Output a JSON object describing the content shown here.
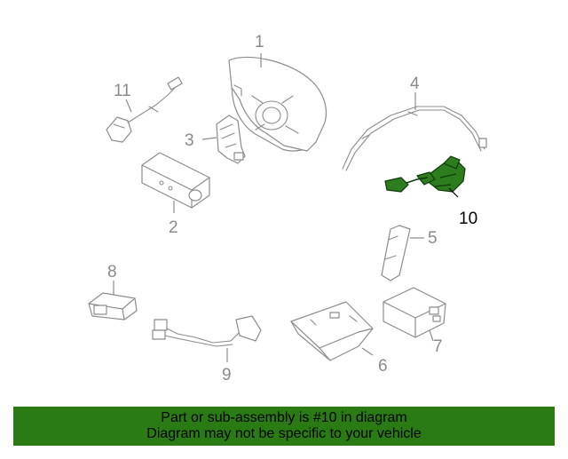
{
  "diagram": {
    "callouts": [
      {
        "id": "1",
        "label": "1"
      },
      {
        "id": "2",
        "label": "2"
      },
      {
        "id": "3",
        "label": "3"
      },
      {
        "id": "4",
        "label": "4"
      },
      {
        "id": "5",
        "label": "5"
      },
      {
        "id": "6",
        "label": "6"
      },
      {
        "id": "7",
        "label": "7"
      },
      {
        "id": "8",
        "label": "8"
      },
      {
        "id": "9",
        "label": "9"
      },
      {
        "id": "10",
        "label": "10",
        "highlighted": true
      },
      {
        "id": "11",
        "label": "11"
      }
    ],
    "highlight_color": "#2d7d1f",
    "line_color": "#8c8c8c"
  },
  "banner": {
    "line1": "Part or sub-assembly is #10 in diagram",
    "line2": "Diagram may not be specific to your vehicle",
    "background": "#2a7b14"
  }
}
